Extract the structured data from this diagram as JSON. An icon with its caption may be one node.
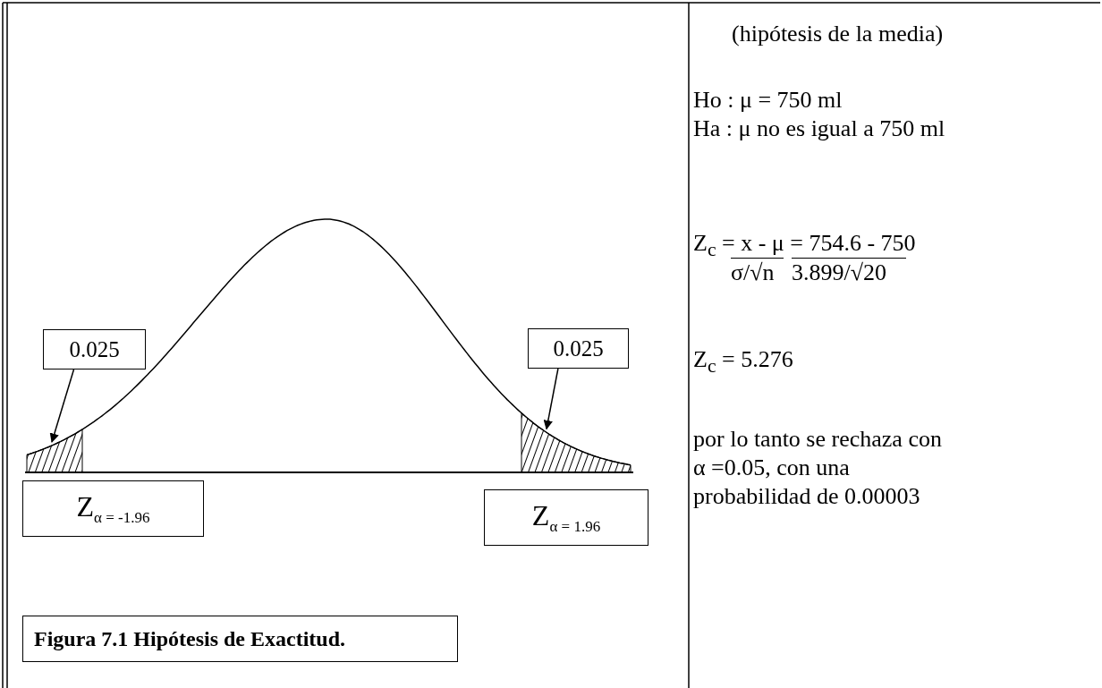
{
  "diagram": {
    "caption": "Figura 7.1 Hipótesis de Exactitud.",
    "nodes": [
      {
        "text": [
          "0.025"
        ]
      },
      {
        "text": [
          "0.025"
        ]
      },
      {
        "text": [],
        "shape": "picture"
      },
      {
        "text": [],
        "shape": "picture"
      },
      {
        "text": [
          "Z$_{α = -1.96}$"
        ]
      },
      {
        "text": [
          "Z$_{α = 1.96}$"
        ]
      }
    ],
    "edges": [
      {
        "from": 0,
        "to": 2,
        "arrow": "to"
      },
      {
        "from": 1,
        "to": 3,
        "arrow": "to"
      }
    ],
    "labels": [
      "(hipótesis de la media)",
      "Ho : μ = 750 ml",
      "Ha : μ no es igual a 750 ml",
      "Z$_{c}$ = x - μ = 754.6 - 750",
      "σ/√n",
      "3.899/√20",
      "Z$_{c}$ = 5.276",
      "por lo tanto se rechaza con α =0.05, con una probabilidad de 0.00003"
    ]
  }
}
